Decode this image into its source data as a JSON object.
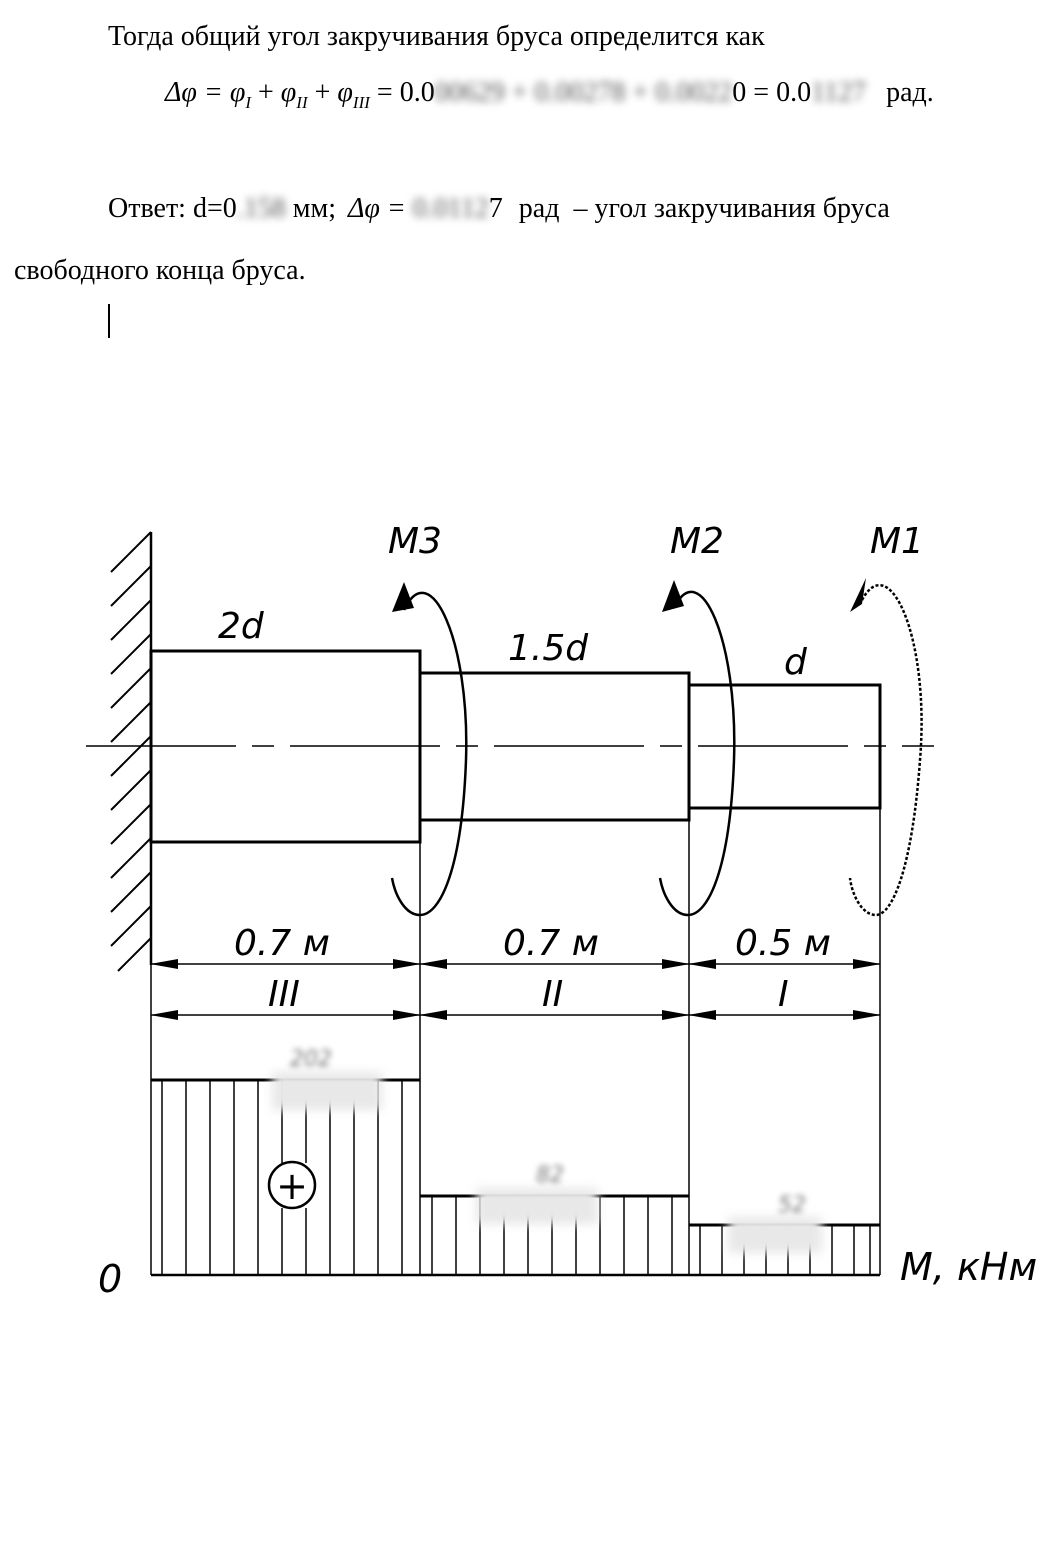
{
  "document": {
    "intro_line": "Тогда общий угол закручивания бруса определится как",
    "equation": {
      "lhs": "Δφ = ",
      "phi": "φ",
      "sub1": "I",
      "sub2": "II",
      "sub3": "III",
      "plus": " + ",
      "equals": " = ",
      "val_prefix": "0.0",
      "val_blurred": "00629 + 0.00278 + 0.0022",
      "val_suffix": "0",
      "total_prefix": "0.0",
      "total_blurred": "1127",
      "unit": "рад."
    },
    "answer": {
      "label": "Ответ: d=0",
      "d_blurred": ".158",
      "d_unit": " мм;",
      "phi_label": "Δφ = ",
      "phi_blurred": "0.0112",
      "phi_suffix": "7",
      "phi_unit": "рад",
      "rest_line1": "– угол закручивания бруса",
      "line2": "свободного конца бруса."
    }
  },
  "figure": {
    "moments": [
      "M3",
      "M2",
      "M1"
    ],
    "diameters": [
      "2d",
      "1.5d",
      "d"
    ],
    "lengths": [
      "0.7 м",
      "0.7 м",
      "0.5 м"
    ],
    "sections": [
      "III",
      "II",
      "I"
    ],
    "diagram_values_blurred": [
      "202",
      "82",
      "52"
    ],
    "plus_sign": "+",
    "origin": "0",
    "axis_label": "M, кНм"
  }
}
